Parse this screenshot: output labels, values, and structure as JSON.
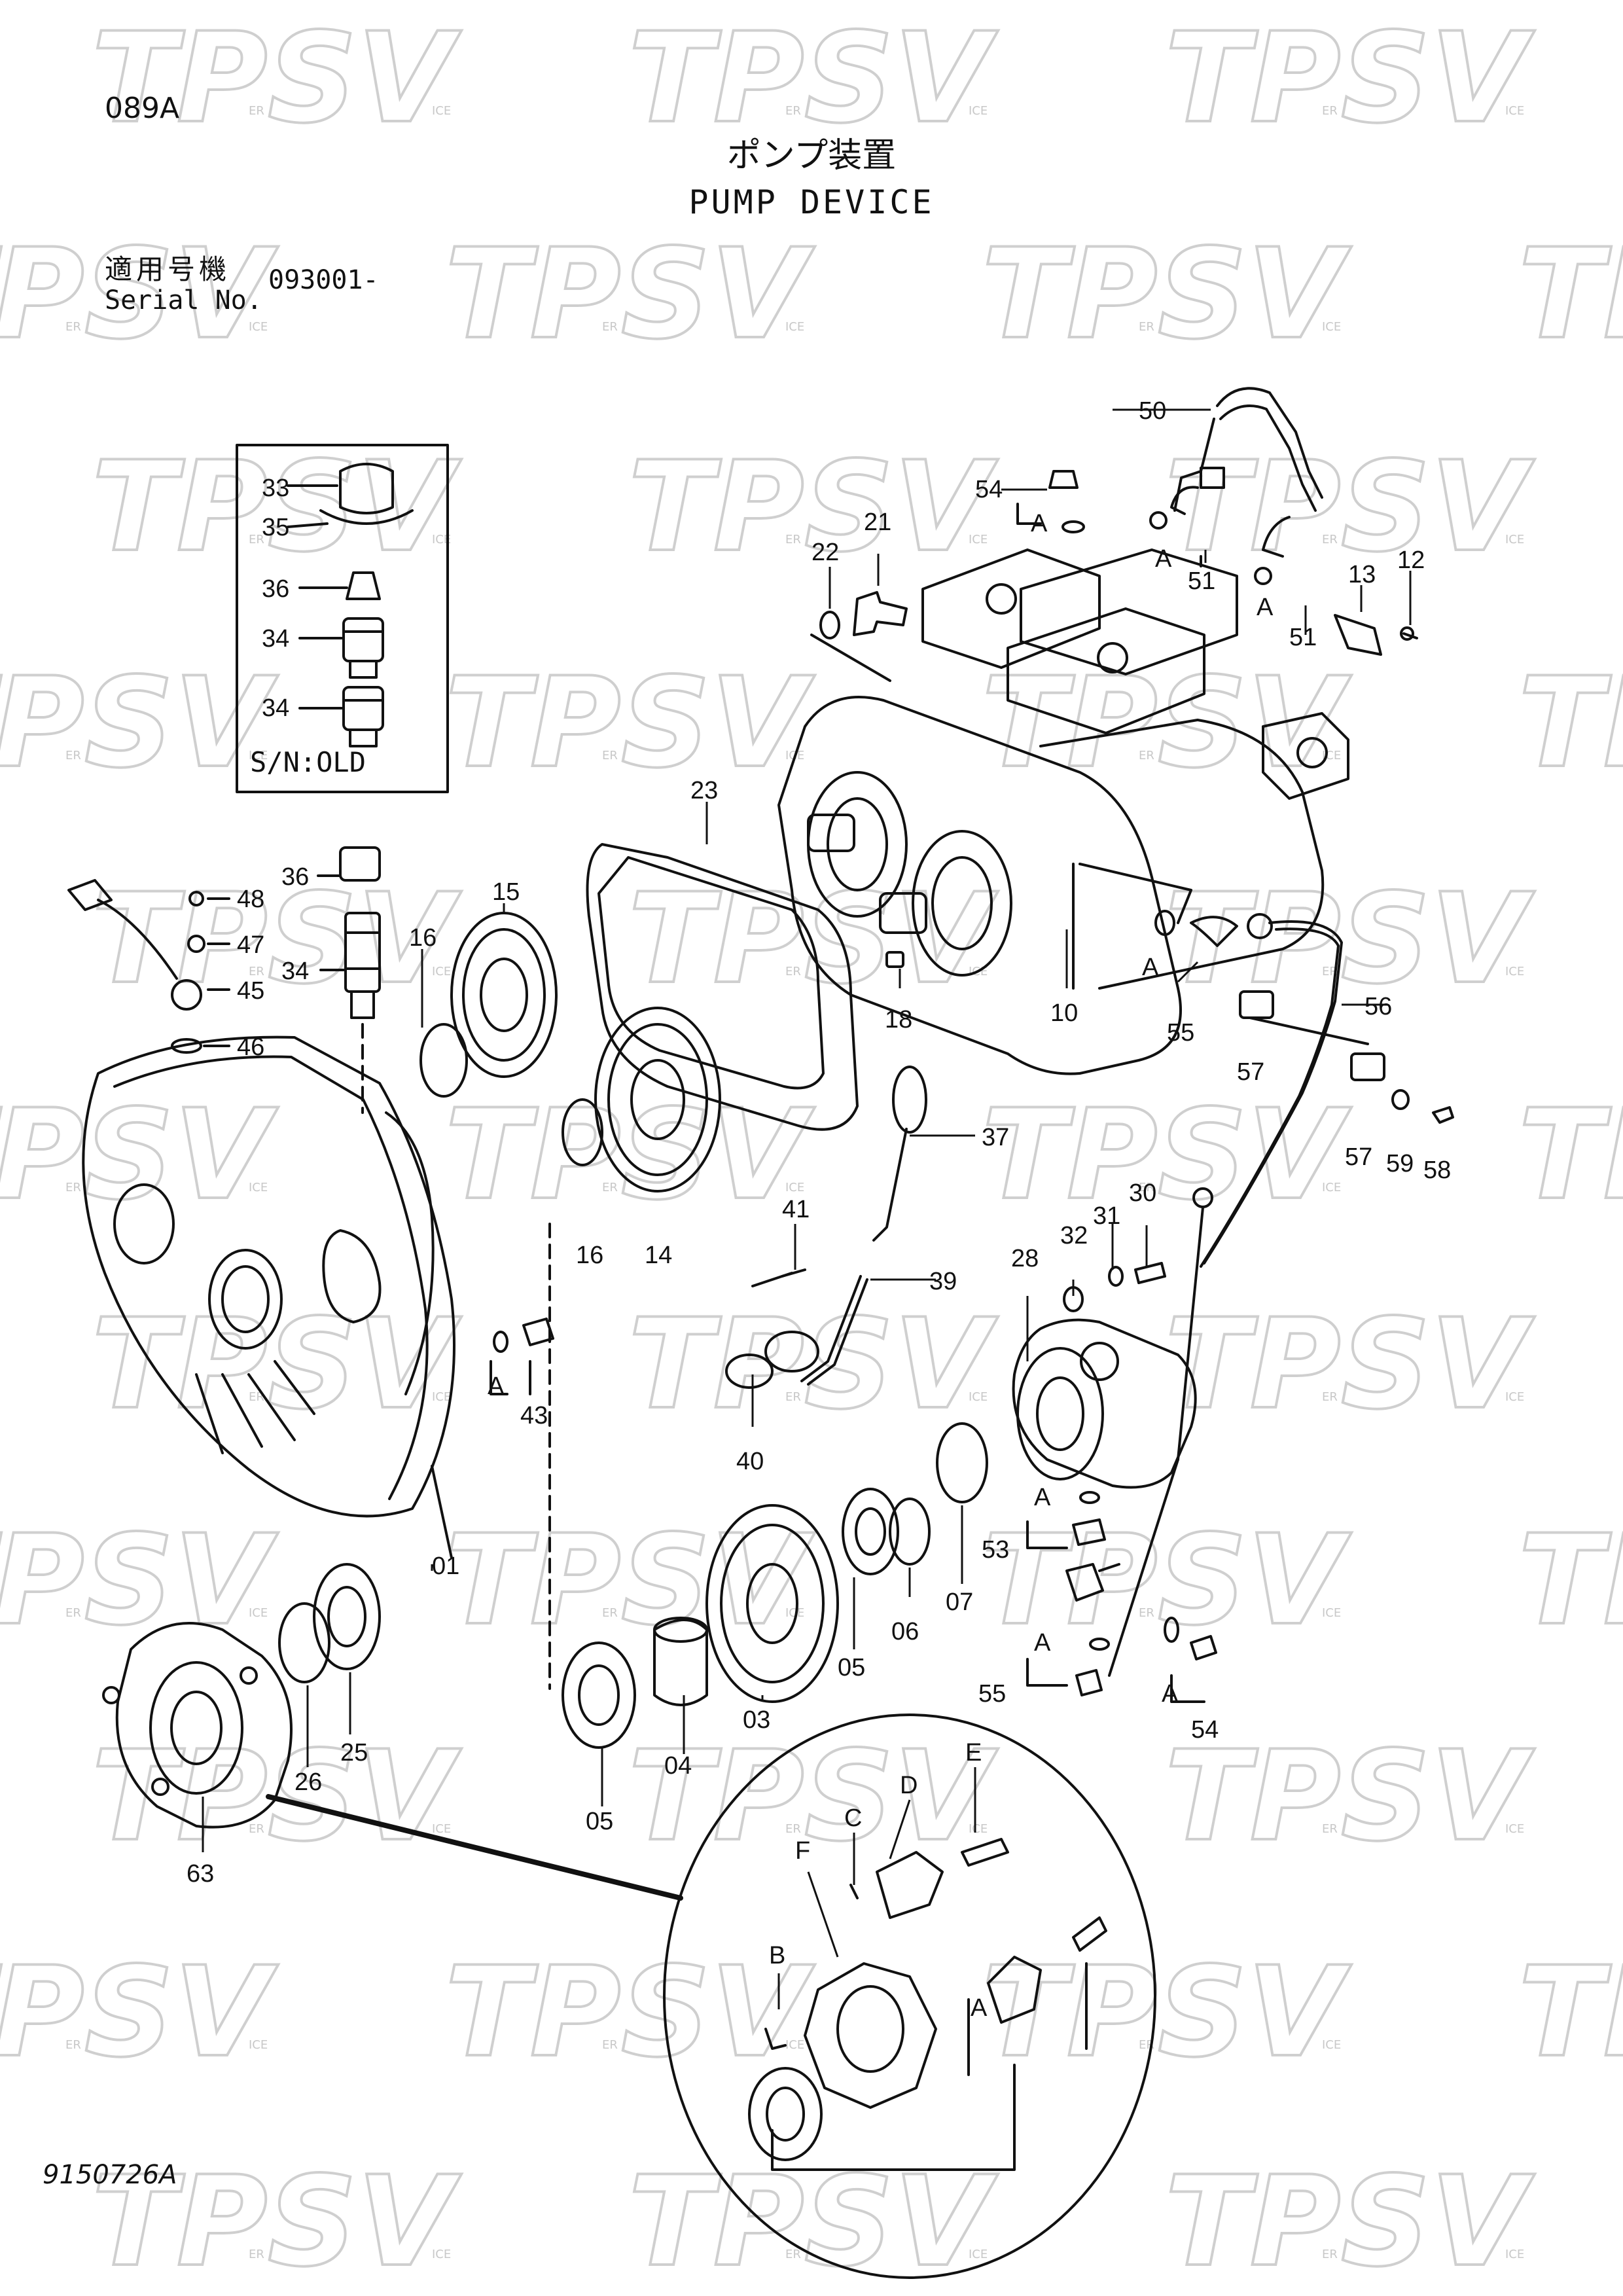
{
  "header": {
    "code": "089A",
    "title_jp": "ポンプ装置",
    "title_en": "PUMP DEVICE",
    "serial_label_jp": "適用号機",
    "serial_label_en": "Serial No.",
    "serial_value": "093001-"
  },
  "inset": {
    "caption": "S/N:OLD"
  },
  "footer": {
    "doc_number": "9150726A"
  },
  "watermark": {
    "text": "TPSV",
    "sub_left": "ER",
    "sub_right": "ICE"
  },
  "callouts": [
    {
      "id": "c33",
      "text": "33"
    },
    {
      "id": "c35",
      "text": "35"
    },
    {
      "id": "c36a",
      "text": "36"
    },
    {
      "id": "c34a",
      "text": "34"
    },
    {
      "id": "c34b",
      "text": "34"
    },
    {
      "id": "c36b",
      "text": "36"
    },
    {
      "id": "c34c",
      "text": "34"
    },
    {
      "id": "c48",
      "text": "48"
    },
    {
      "id": "c47",
      "text": "47"
    },
    {
      "id": "c45",
      "text": "45"
    },
    {
      "id": "c46",
      "text": "46"
    },
    {
      "id": "c15",
      "text": "15"
    },
    {
      "id": "c16a",
      "text": "16"
    },
    {
      "id": "c16b",
      "text": "16"
    },
    {
      "id": "c14",
      "text": "14"
    },
    {
      "id": "c23",
      "text": "23"
    },
    {
      "id": "c22",
      "text": "22"
    },
    {
      "id": "c21",
      "text": "21"
    },
    {
      "id": "c54a",
      "text": "54"
    },
    {
      "id": "cA1",
      "text": "A"
    },
    {
      "id": "c50",
      "text": "50"
    },
    {
      "id": "cA2",
      "text": "A"
    },
    {
      "id": "c51a",
      "text": "51"
    },
    {
      "id": "cA3",
      "text": "A"
    },
    {
      "id": "c51b",
      "text": "51"
    },
    {
      "id": "c13",
      "text": "13"
    },
    {
      "id": "c12",
      "text": "12"
    },
    {
      "id": "c18",
      "text": "18"
    },
    {
      "id": "c10",
      "text": "10"
    },
    {
      "id": "cA4",
      "text": "A"
    },
    {
      "id": "c55a",
      "text": "55"
    },
    {
      "id": "c56",
      "text": "56"
    },
    {
      "id": "c57a",
      "text": "57"
    },
    {
      "id": "c57b",
      "text": "57"
    },
    {
      "id": "c59",
      "text": "59"
    },
    {
      "id": "c58",
      "text": "58"
    },
    {
      "id": "c37",
      "text": "37"
    },
    {
      "id": "c41",
      "text": "41"
    },
    {
      "id": "c39",
      "text": "39"
    },
    {
      "id": "c40",
      "text": "40"
    },
    {
      "id": "cA5",
      "text": "A"
    },
    {
      "id": "c43",
      "text": "43"
    },
    {
      "id": "c32",
      "text": "32"
    },
    {
      "id": "c31",
      "text": "31"
    },
    {
      "id": "c30",
      "text": "30"
    },
    {
      "id": "c28",
      "text": "28"
    },
    {
      "id": "cA6",
      "text": "A"
    },
    {
      "id": "c53",
      "text": "53"
    },
    {
      "id": "cA7",
      "text": "A"
    },
    {
      "id": "c55b",
      "text": "55"
    },
    {
      "id": "cA8",
      "text": "A"
    },
    {
      "id": "c54b",
      "text": "54"
    },
    {
      "id": "c01",
      "text": "01"
    },
    {
      "id": "c03",
      "text": "03"
    },
    {
      "id": "c04",
      "text": "04"
    },
    {
      "id": "c05a",
      "text": "05"
    },
    {
      "id": "c05b",
      "text": "05"
    },
    {
      "id": "c06",
      "text": "06"
    },
    {
      "id": "c07",
      "text": "07"
    },
    {
      "id": "c25",
      "text": "25"
    },
    {
      "id": "c26",
      "text": "26"
    },
    {
      "id": "c63",
      "text": "63"
    },
    {
      "id": "cB",
      "text": "B"
    },
    {
      "id": "cC",
      "text": "C"
    },
    {
      "id": "cD",
      "text": "D"
    },
    {
      "id": "cE",
      "text": "E"
    },
    {
      "id": "cF",
      "text": "F"
    },
    {
      "id": "cA9",
      "text": "A"
    }
  ]
}
